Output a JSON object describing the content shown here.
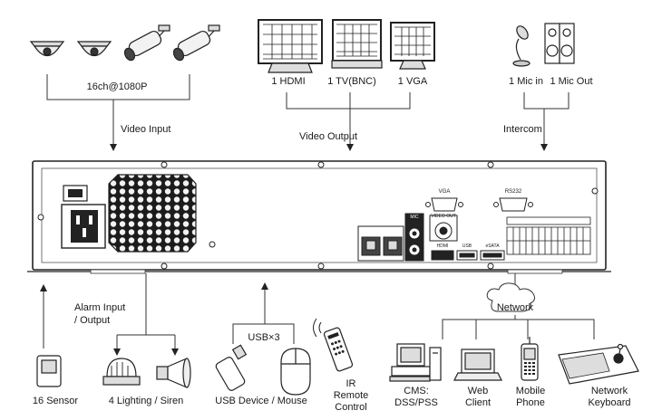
{
  "top": {
    "cameras_label": "16ch@1080P",
    "video_input_label": "Video Input",
    "outputs": [
      "1 HDMI",
      "1 TV(BNC)",
      "1 VGA"
    ],
    "video_output_label": "Video Output",
    "mic_in_label": "1 Mic in",
    "mic_out_label": "1 Mic Out",
    "intercom_label": "Intercom"
  },
  "rear_panel": {
    "vga_label": "VGA",
    "rs232_label": "RS232",
    "video_out_label": "VIDEO OUT",
    "hdmi_label": "HDMI",
    "esata_label": "eSATA",
    "usb_label": "USB",
    "mic_label": "MIC"
  },
  "bottom": {
    "alarm_label_1": "Alarm Input",
    "alarm_label_2": "/ Output",
    "sensor_label": "16 Sensor",
    "lighting_label": "4 Lighting / Siren",
    "usb_count_label": "USB×3",
    "usb_device_label": "USB Device / Mouse",
    "ir_label_1": "IR",
    "ir_label_2": "Remote",
    "ir_label_3": "Control",
    "network_label": "Network",
    "cms_label_1": "CMS:",
    "cms_label_2": "DSS/PSS",
    "web_label_1": "Web",
    "web_label_2": "Client",
    "mobile_label_1": "Mobile",
    "mobile_label_2": "Phone",
    "keyboard_label_1": "Network",
    "keyboard_label_2": "Keyboard"
  }
}
